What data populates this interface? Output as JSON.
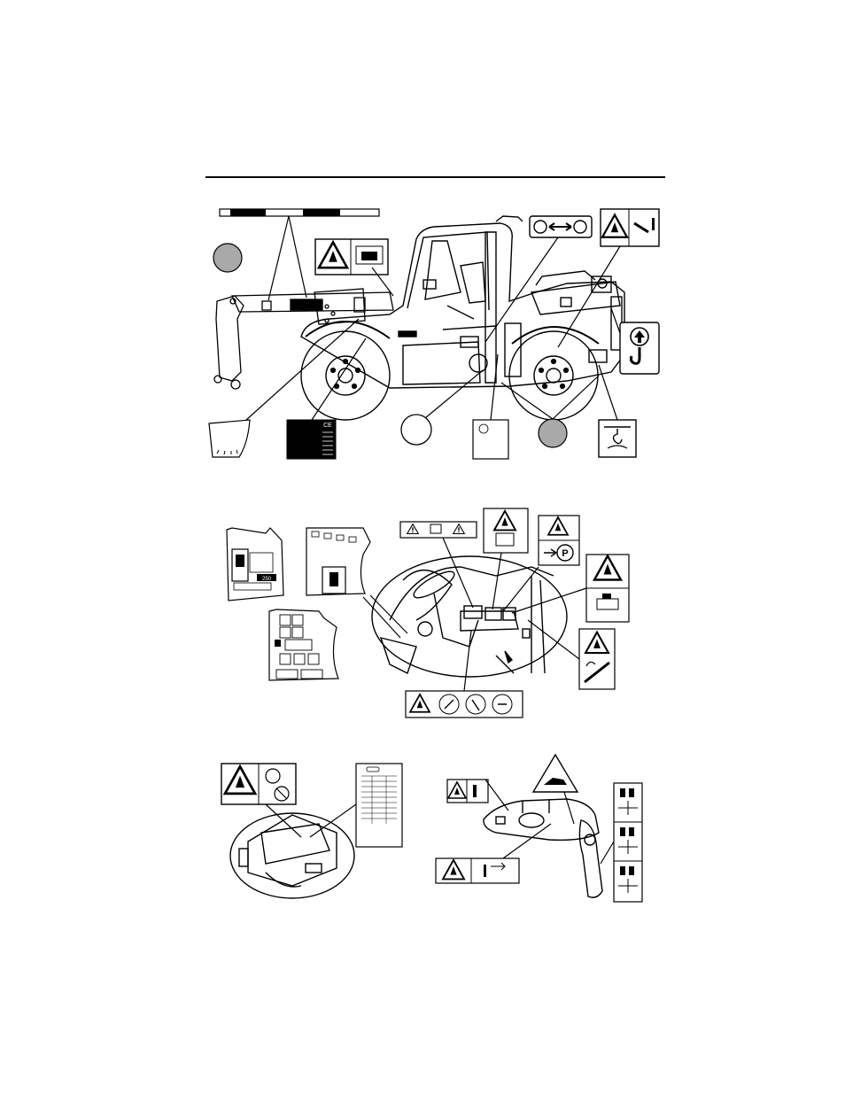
{
  "document": {
    "sections": [
      {
        "id": "machine-side-view"
      },
      {
        "id": "cab-interior"
      },
      {
        "id": "engine-and-joystick"
      }
    ],
    "decal_text": {
      "ce_mark": "CE",
      "capacity_value": "250"
    },
    "callouts": [
      {
        "style": "shaded"
      },
      {
        "style": "open"
      },
      {
        "style": "shaded"
      }
    ]
  }
}
